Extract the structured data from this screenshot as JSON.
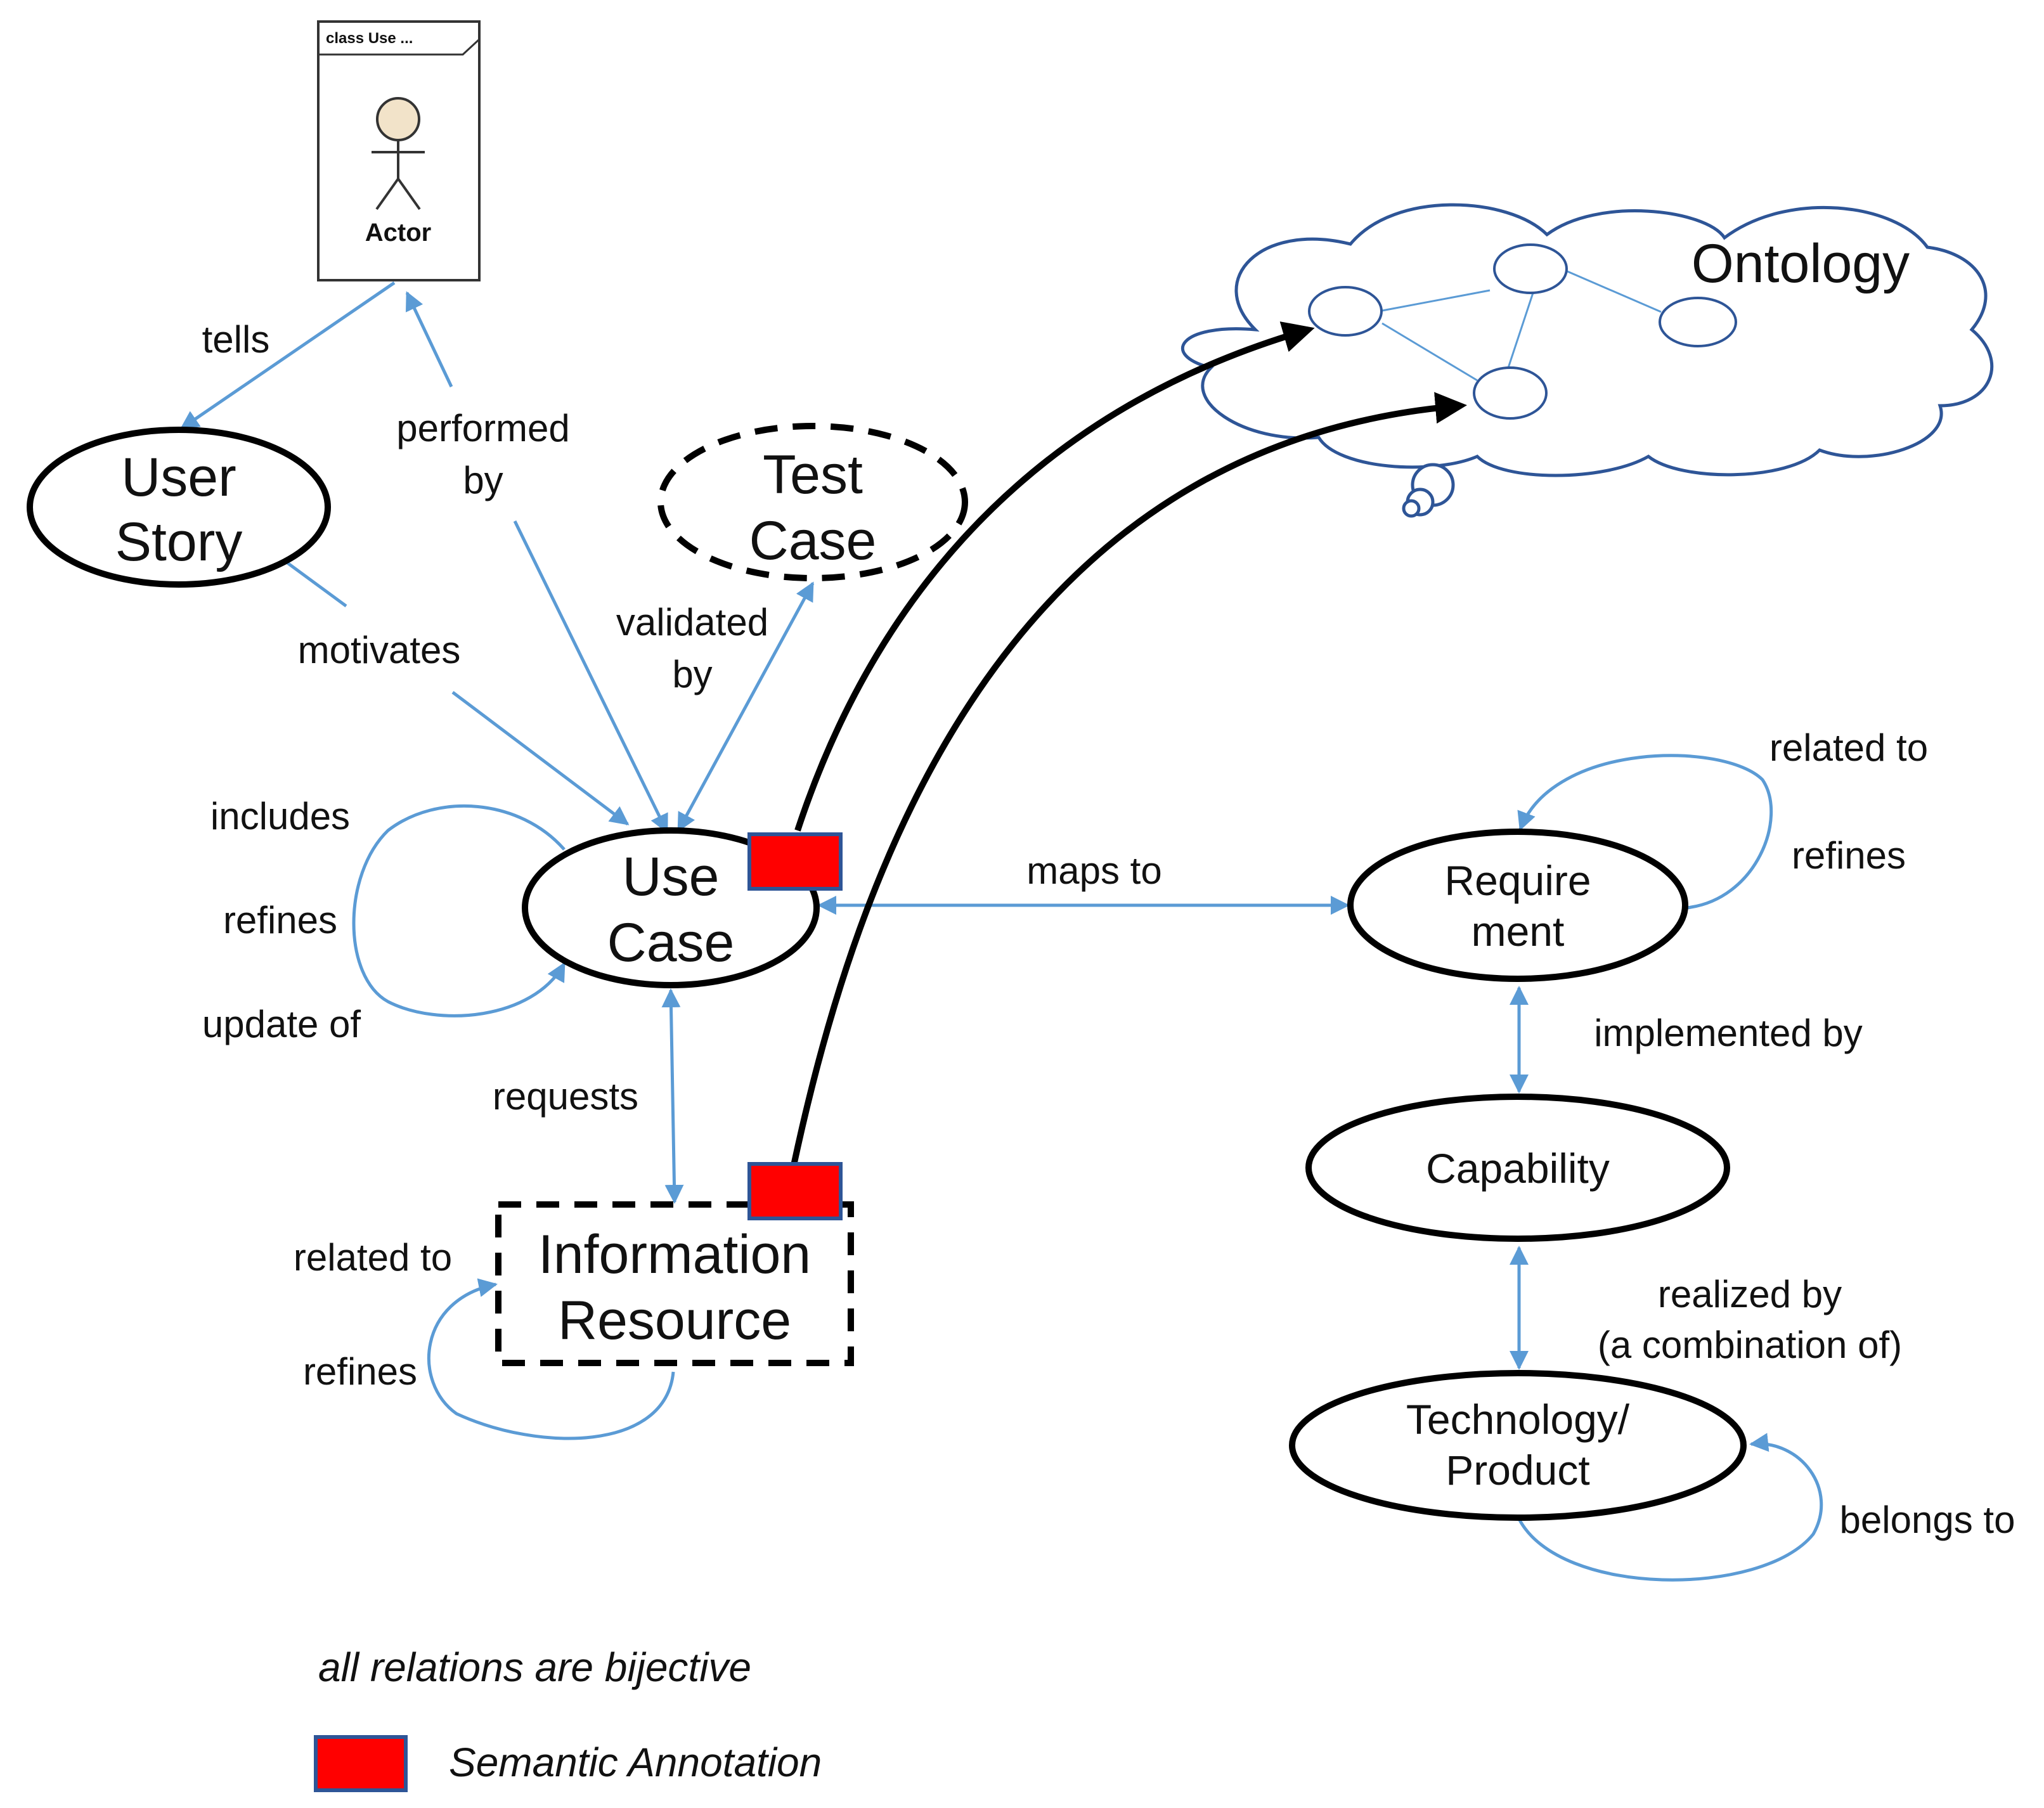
{
  "actor": {
    "frame_title": "class Use ...",
    "label": "Actor"
  },
  "nodes": {
    "user_story": [
      "User",
      "Story"
    ],
    "test_case": [
      "Test",
      "Case"
    ],
    "use_case": [
      "Use",
      "Case"
    ],
    "information_resource": [
      "Information",
      "Resource"
    ],
    "requirement": [
      "Require",
      "ment"
    ],
    "capability": "Capability",
    "technology_product": [
      "Technology/",
      "Product"
    ],
    "ontology": "Ontology"
  },
  "relations": {
    "tells": "tells",
    "performed_by": [
      "performed",
      "by"
    ],
    "motivates": "motivates",
    "validated_by": [
      "validated",
      "by"
    ],
    "includes": "includes",
    "refines_use_case": "refines",
    "update_of": "update of",
    "requests": "requests",
    "maps_to": "maps to",
    "related_to_requirement": "related to",
    "refines_requirement": "refines",
    "implemented_by": "implemented by",
    "realized_by": [
      "realized by",
      "(a combination of)"
    ],
    "related_to_resource": "related to",
    "refines_resource": "refines",
    "belongs_to": "belongs to"
  },
  "legend": {
    "note": "all relations are bijective",
    "annotation": "Semantic Annotation"
  },
  "colors": {
    "relation": "#5b9bd5",
    "annotation": "#ff0000",
    "annotation_border": "#2e5597",
    "ontology_outline": "#2e5597"
  }
}
